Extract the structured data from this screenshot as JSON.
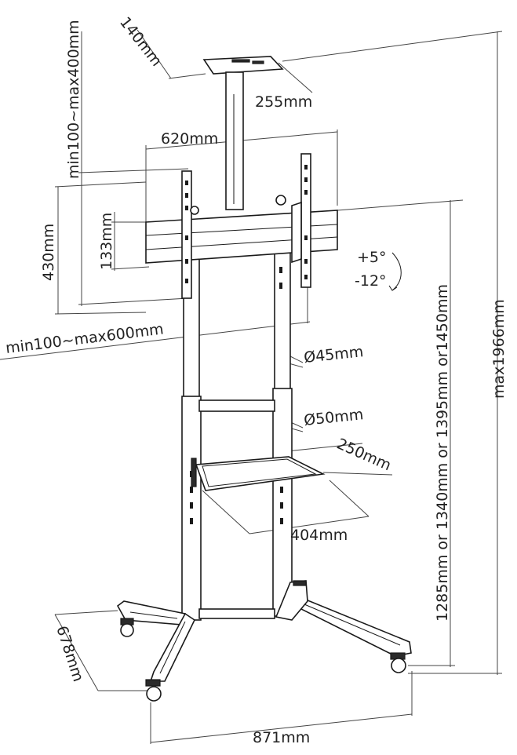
{
  "diagram": {
    "labels": {
      "shelf_depth_top": "140mm",
      "shelf_width_top": "255mm",
      "bracket_width": "620mm",
      "vesa_vertical": "min100~max400mm",
      "bracket_height": "430mm",
      "rail_height": "133mm",
      "tilt_up": "+5°",
      "tilt_down": "-12°",
      "vesa_horizontal": "min100~max600mm",
      "upper_tube_diameter": "Ø45mm",
      "lower_tube_diameter": "Ø50mm",
      "shelf_depth": "250mm",
      "shelf_width": "404mm",
      "mount_heights": "1285mm or 1340mm or 1395mm or1450mm",
      "max_height": "max1966mm",
      "base_depth": "678mm",
      "base_width": "871mm"
    },
    "colors": {
      "line": "#1a1a1a",
      "dimension": "#444444",
      "fill_dark": "#2a2a2a"
    }
  }
}
